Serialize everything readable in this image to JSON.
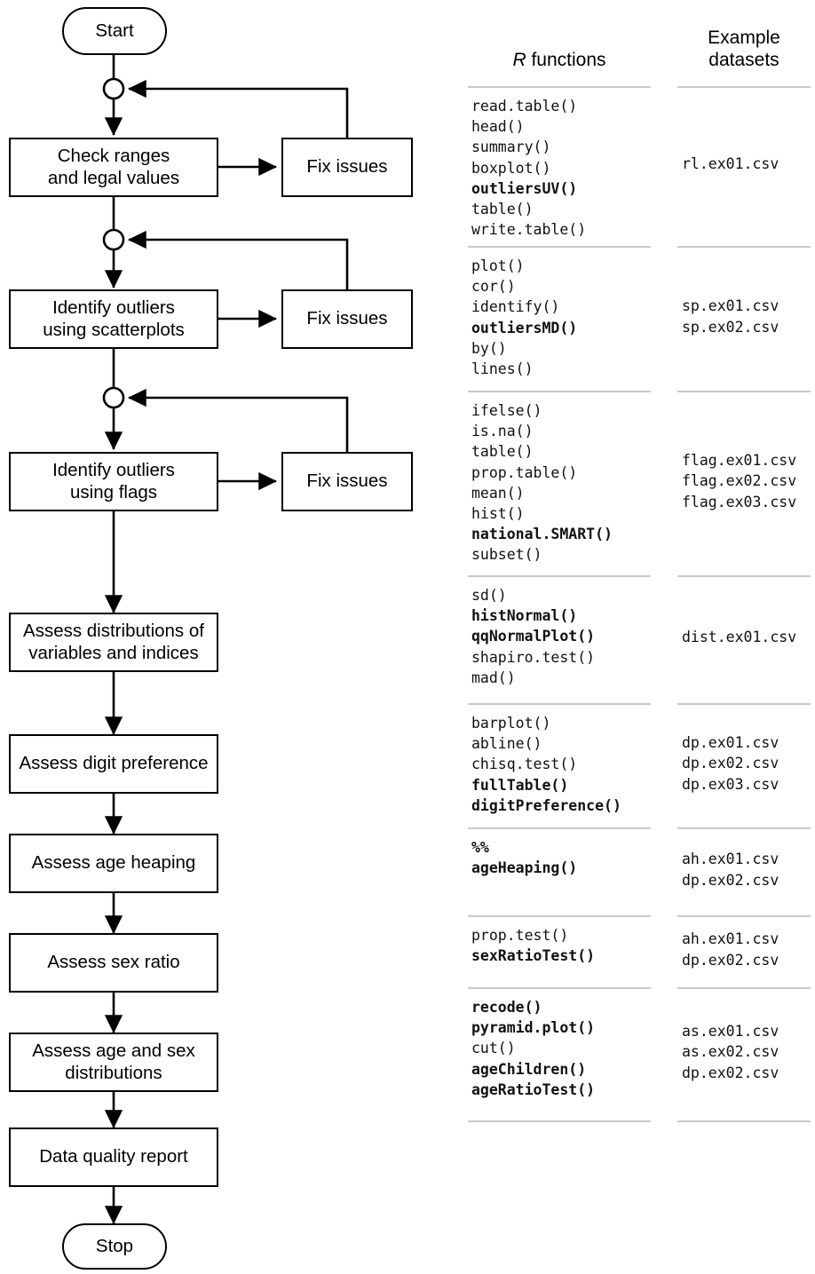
{
  "flowchart": {
    "start_label": "Start",
    "stop_label": "Stop",
    "fix_label_1": "Fix issues",
    "fix_label_2": "Fix issues",
    "fix_label_3": "Fix issues",
    "steps": [
      {
        "id": "check-ranges",
        "line1": "Check ranges",
        "line2": "and legal values"
      },
      {
        "id": "identify-outliers-scatterplots",
        "line1": "Identify outliers",
        "line2": "using scatterplots"
      },
      {
        "id": "identify-outliers-flags",
        "line1": "Identify outliers",
        "line2": "using flags"
      },
      {
        "id": "assess-distributions",
        "line1": "Assess distributions of",
        "line2": "variables and indices"
      },
      {
        "id": "assess-digit-preference",
        "line1": "Assess digit preference",
        "line2": ""
      },
      {
        "id": "assess-age-heaping",
        "line1": "Assess age heaping",
        "line2": ""
      },
      {
        "id": "assess-sex-ratio",
        "line1": "Assess sex ratio",
        "line2": ""
      },
      {
        "id": "assess-age-sex-distributions",
        "line1": "Assess age and sex",
        "line2": "distributions"
      },
      {
        "id": "data-quality-report",
        "line1": "Data quality report",
        "line2": ""
      }
    ]
  },
  "reference": {
    "headers": {
      "functions_italic": "R",
      "functions_rest": " functions",
      "datasets_line1": "Example",
      "datasets_line2": "datasets"
    },
    "groups": [
      {
        "functions": [
          {
            "name": "read.table()",
            "bold": false
          },
          {
            "name": "head()",
            "bold": false
          },
          {
            "name": "summary()",
            "bold": false
          },
          {
            "name": "boxplot()",
            "bold": false
          },
          {
            "name": "outliersUV()",
            "bold": true
          },
          {
            "name": "table()",
            "bold": false
          },
          {
            "name": "write.table()",
            "bold": false
          }
        ],
        "datasets": [
          "rl.ex01.csv"
        ]
      },
      {
        "functions": [
          {
            "name": "plot()",
            "bold": false
          },
          {
            "name": "cor()",
            "bold": false
          },
          {
            "name": "identify()",
            "bold": false
          },
          {
            "name": "outliersMD()",
            "bold": true
          },
          {
            "name": "by()",
            "bold": false
          },
          {
            "name": "lines()",
            "bold": false
          }
        ],
        "datasets": [
          "sp.ex01.csv",
          "sp.ex02.csv"
        ]
      },
      {
        "functions": [
          {
            "name": "ifelse()",
            "bold": false
          },
          {
            "name": "is.na()",
            "bold": false
          },
          {
            "name": "table()",
            "bold": false
          },
          {
            "name": "prop.table()",
            "bold": false
          },
          {
            "name": "mean()",
            "bold": false
          },
          {
            "name": "hist()",
            "bold": false
          },
          {
            "name": "national.SMART()",
            "bold": true
          },
          {
            "name": "subset()",
            "bold": false
          }
        ],
        "datasets": [
          "flag.ex01.csv",
          "flag.ex02.csv",
          "flag.ex03.csv"
        ]
      },
      {
        "functions": [
          {
            "name": "sd()",
            "bold": false
          },
          {
            "name": "histNormal()",
            "bold": true
          },
          {
            "name": "qqNormalPlot()",
            "bold": true
          },
          {
            "name": "shapiro.test()",
            "bold": false
          },
          {
            "name": "mad()",
            "bold": false
          }
        ],
        "datasets": [
          "dist.ex01.csv"
        ]
      },
      {
        "functions": [
          {
            "name": "barplot()",
            "bold": false
          },
          {
            "name": "abline()",
            "bold": false
          },
          {
            "name": "chisq.test()",
            "bold": false
          },
          {
            "name": "fullTable()",
            "bold": true
          },
          {
            "name": "digitPreference()",
            "bold": true
          }
        ],
        "datasets": [
          "dp.ex01.csv",
          "dp.ex02.csv",
          "dp.ex03.csv"
        ]
      },
      {
        "functions": [
          {
            "name": "%%",
            "bold": true
          },
          {
            "name": "ageHeaping()",
            "bold": true
          }
        ],
        "datasets": [
          "ah.ex01.csv",
          "dp.ex02.csv"
        ]
      },
      {
        "functions": [
          {
            "name": "prop.test()",
            "bold": false
          },
          {
            "name": "sexRatioTest()",
            "bold": true
          }
        ],
        "datasets": [
          "ah.ex01.csv",
          "dp.ex02.csv"
        ]
      },
      {
        "functions": [
          {
            "name": "recode()",
            "bold": true
          },
          {
            "name": "pyramid.plot()",
            "bold": true
          },
          {
            "name": "cut()",
            "bold": false
          },
          {
            "name": "ageChildren()",
            "bold": true
          },
          {
            "name": "ageRatioTest()",
            "bold": true
          }
        ],
        "datasets": [
          "as.ex01.csv",
          "as.ex02.csv",
          "dp.ex02.csv"
        ]
      }
    ]
  },
  "colors": {
    "stroke": "#000000",
    "rule": "#c9c9c9",
    "background": "#ffffff"
  }
}
